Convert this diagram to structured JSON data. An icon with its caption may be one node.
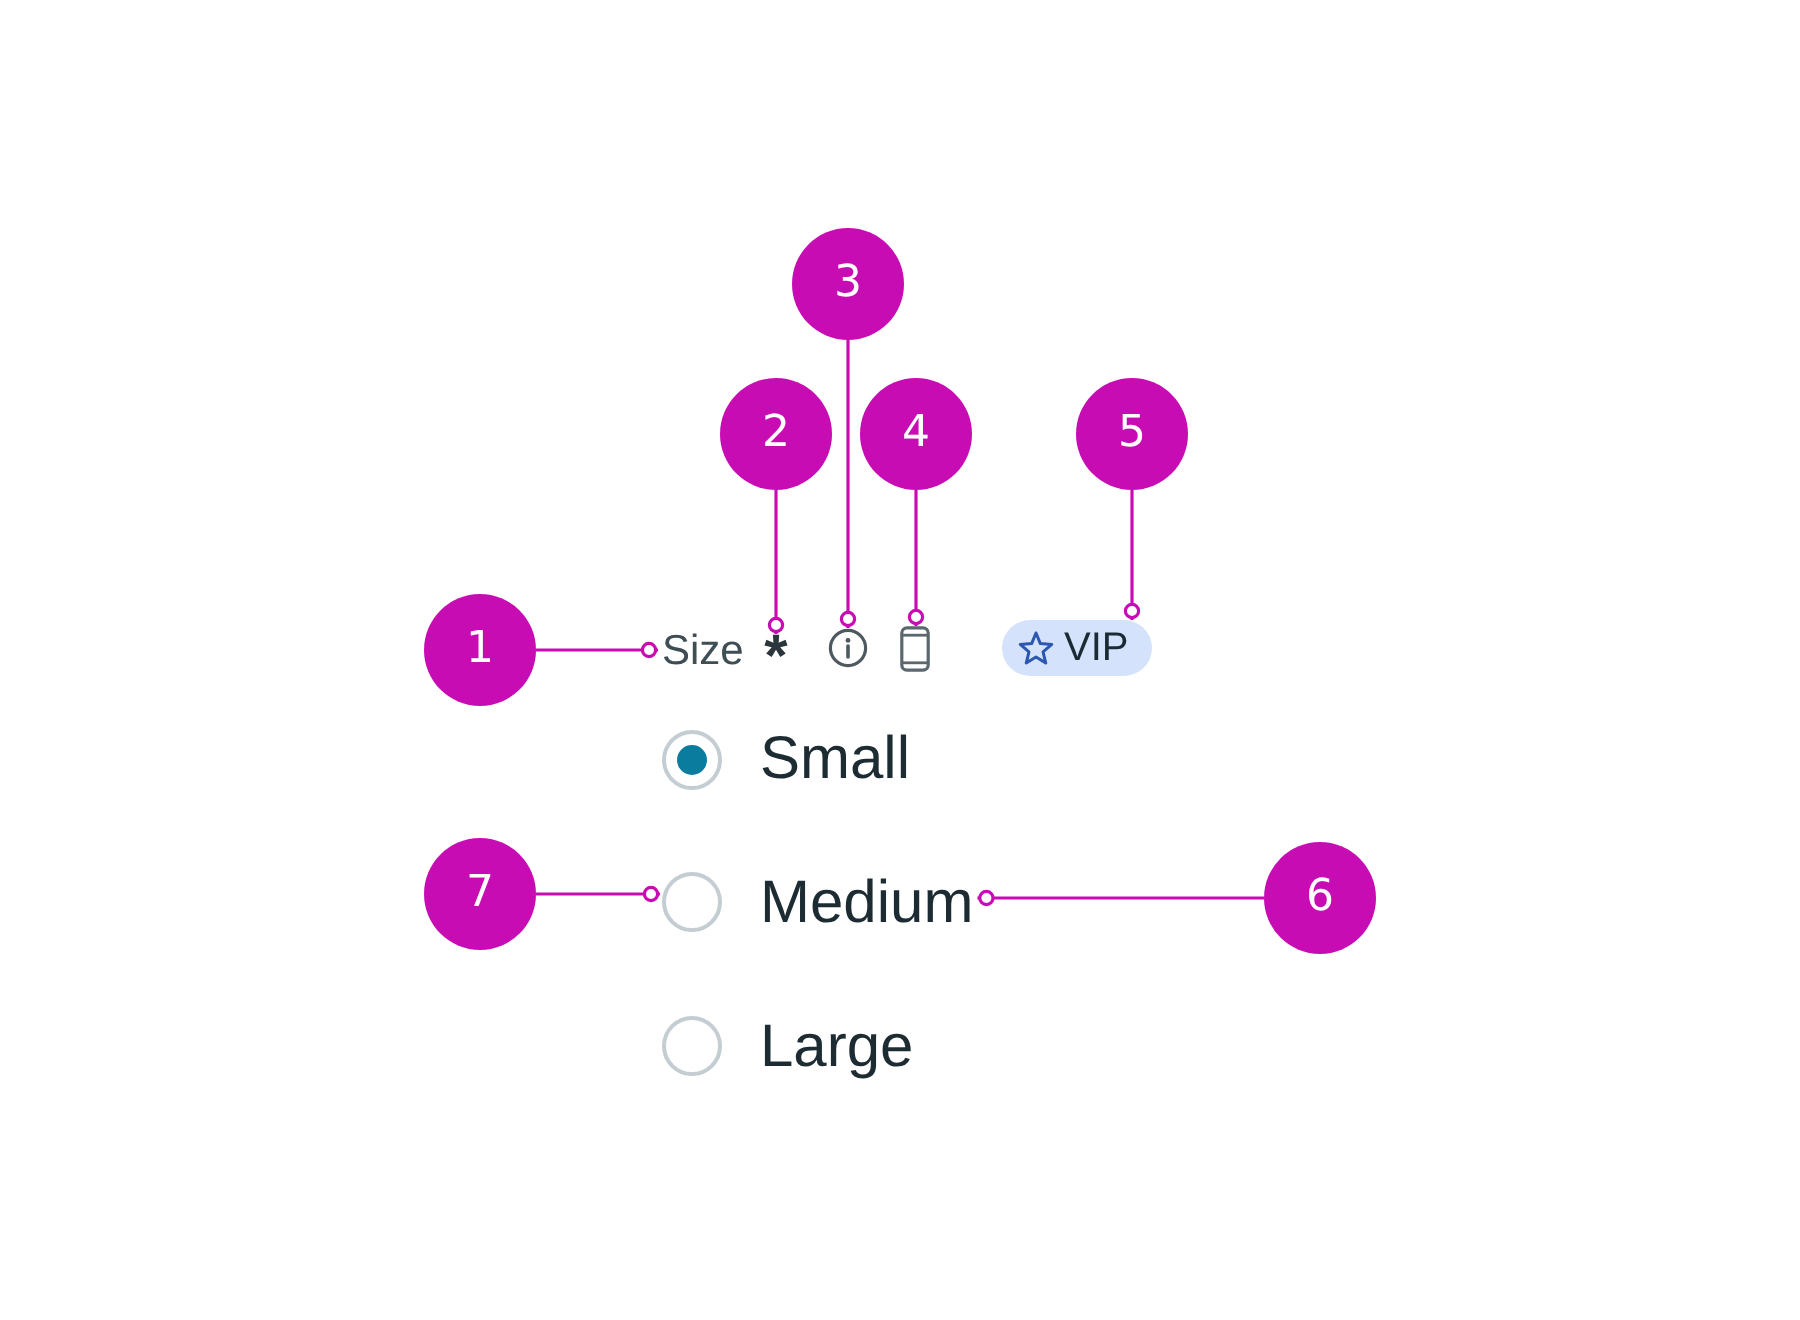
{
  "diagram": {
    "nodes": [
      {
        "text": [
          "3"
        ]
      },
      {
        "text": [
          "2"
        ]
      },
      {
        "text": [
          "4"
        ]
      },
      {
        "text": [
          "5"
        ]
      },
      {
        "text": [
          "1"
        ]
      },
      {
        "text": [
          "Size"
        ]
      },
      {
        "text": [
          "*"
        ]
      },
      {
        "text": [],
        "shape": "picture"
      },
      {
        "text": [],
        "shape": "picture"
      },
      {
        "text": [
          "VIP"
        ]
      },
      {
        "text": [],
        "shape": "circle"
      },
      {
        "text": [
          "7"
        ]
      },
      {
        "text": [],
        "shape": "circle"
      },
      {
        "text": [
          "Medium"
        ]
      },
      {
        "text": [
          "6"
        ]
      },
      {
        "text": [],
        "shape": "circle"
      }
    ],
    "edges": [
      {
        "from": 4,
        "to": 5,
        "arrow": "other"
      },
      {
        "from": 1,
        "to": 6,
        "arrow": "other"
      },
      {
        "from": 0,
        "to": 7,
        "arrow": "other"
      },
      {
        "from": 2,
        "to": 8,
        "arrow": "other"
      },
      {
        "from": 3,
        "to": 9,
        "arrow": "other"
      },
      {
        "from": 14,
        "to": 13,
        "arrow": "other"
      },
      {
        "from": 11,
        "to": 12,
        "arrow": "other"
      }
    ],
    "labels": [
      "Small",
      "Large"
    ]
  }
}
